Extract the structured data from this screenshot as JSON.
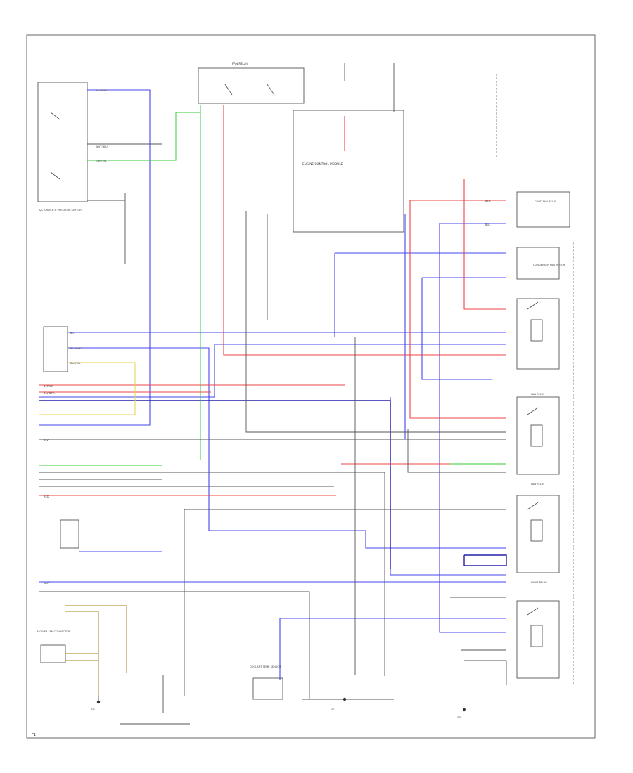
{
  "labels": {
    "relay_top": "FAN RELAY",
    "ac_switch": "A/C SWITCH & PRESSURE SWITCH",
    "ecm_box": "ENGINE CONTROL MODULE",
    "cond_fan_relay": "COND FAN RELAY",
    "cond_fan_motor": "CONDENSER FAN MOTOR",
    "fan_relay_a": "FAN RELAY",
    "fan_relay_b": "FAN RELAY",
    "fault_relay": "FAULT RELAY",
    "connector_left": "BLOWER FAN CONNECTOR",
    "ground_left": "G1",
    "ground_mid": "G2",
    "ground_bottom_right": "G3",
    "sensor_bottom": "COOLANT TEMP SENSOR",
    "page_code": "F1"
  },
  "wire_codes": {
    "blk_red": "BLK/RED",
    "blu_wht": "BLU/WHT",
    "grn_yel": "GRN/YEL",
    "red_yel": "RED/YEL",
    "wht_blu": "WHT/BLU",
    "blk_yel": "BLK/YEL",
    "blu": "BLU",
    "wht": "WHT",
    "blk": "BLK",
    "red": "RED"
  },
  "colors": {
    "blue": "#4444ee",
    "red": "#ee4444",
    "green": "#33cc33",
    "yellow": "#e8d24a",
    "brown": "#b89a4a",
    "black": "#555555"
  }
}
